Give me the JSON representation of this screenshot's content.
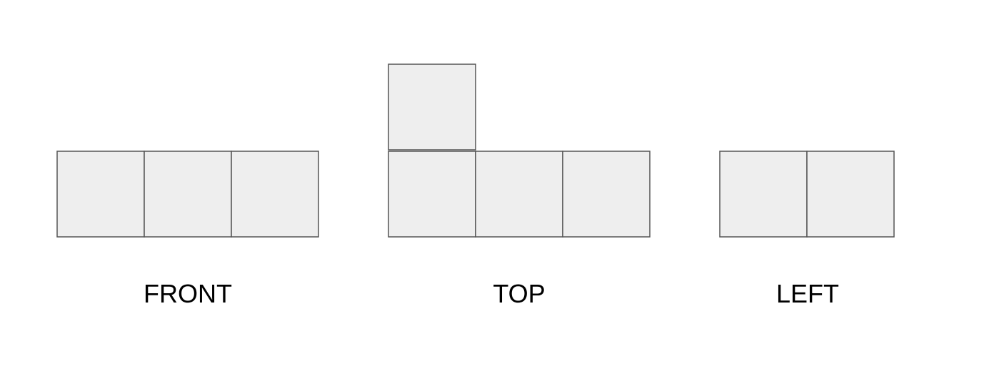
{
  "views": [
    {
      "id": "front",
      "label": "FRONT",
      "cells": [
        [
          0,
          0
        ],
        [
          1,
          0
        ],
        [
          2,
          0
        ]
      ]
    },
    {
      "id": "top",
      "label": "TOP",
      "cells": [
        [
          0,
          1
        ],
        [
          0,
          0
        ],
        [
          1,
          0
        ],
        [
          2,
          0
        ]
      ]
    },
    {
      "id": "left",
      "label": "LEFT",
      "cells": [
        [
          0,
          0
        ],
        [
          1,
          0
        ]
      ]
    }
  ]
}
